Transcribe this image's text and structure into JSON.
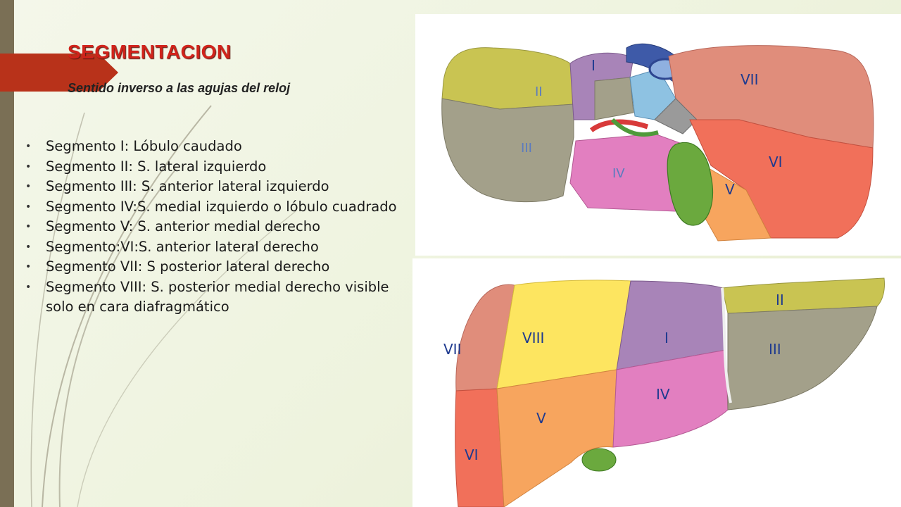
{
  "slide": {
    "title": "SEGMENTACION",
    "subtitle": "Sentido inverso a las agujas del reloj",
    "segments": [
      "Segmento I: Lóbulo caudado",
      "Segmento II: S. lateral izquierdo",
      "Segmento III: S. anterior lateral izquierdo",
      "Segmento IV:S. medial izquierdo o lóbulo cuadrado",
      "Segmento V: S. anterior medial derecho",
      "Segmento:VI:S. anterior lateral derecho",
      "Segmento VII: S posterior lateral derecho",
      "Segmento VIII: S. posterior medial derecho visible solo en cara diafragmático"
    ]
  },
  "figure_inferior": {
    "labels": {
      "i": "I",
      "ii": "II",
      "iii": "III",
      "iv": "IV",
      "v": "V",
      "vi": "VI",
      "vii": "VII"
    }
  },
  "figure_diaphragmatic": {
    "labels": {
      "i": "I",
      "ii": "II",
      "iii": "III",
      "iv": "IV",
      "v": "V",
      "vi": "VI",
      "vii": "VII",
      "viii": "VIII"
    }
  },
  "colors": {
    "title": "#d0231b",
    "accent": "#b8321a",
    "side_bar": "#7a6f55",
    "label": "#1e3a8f"
  }
}
